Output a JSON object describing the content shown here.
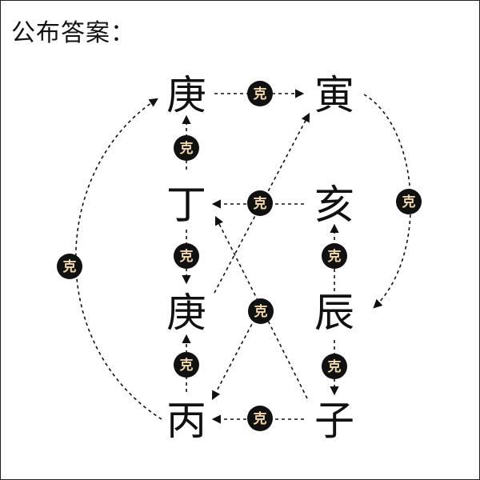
{
  "title": "公布答案：",
  "badge_label": "克",
  "colors": {
    "text": "#111111",
    "badge_fill": "#111111",
    "badge_text": "#f3d9a8",
    "line": "#111111"
  },
  "nodes": [
    {
      "id": "n1",
      "label": "庚"
    },
    {
      "id": "n2",
      "label": "寅"
    },
    {
      "id": "n3",
      "label": "丁"
    },
    {
      "id": "n4",
      "label": "亥"
    },
    {
      "id": "n5",
      "label": "庚"
    },
    {
      "id": "n6",
      "label": "辰"
    },
    {
      "id": "n7",
      "label": "丙"
    },
    {
      "id": "n8",
      "label": "子"
    }
  ]
}
